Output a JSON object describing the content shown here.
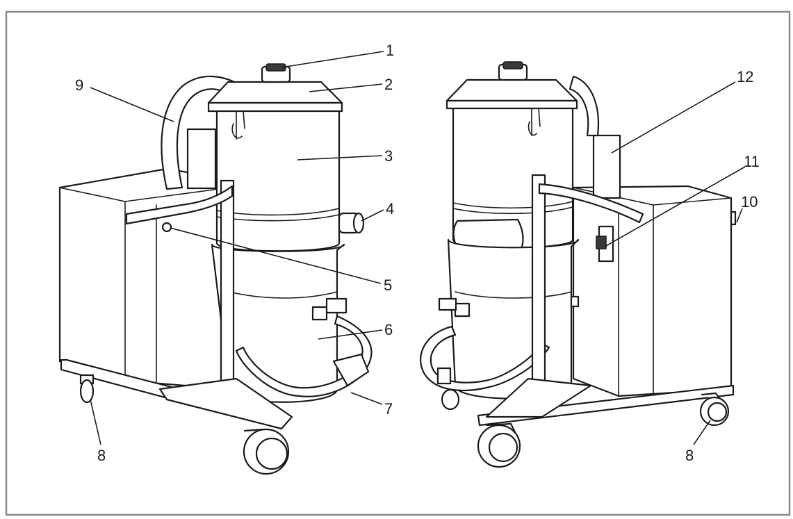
{
  "callouts": [
    {
      "id": "c1",
      "label": "1"
    },
    {
      "id": "c2",
      "label": "2"
    },
    {
      "id": "c3",
      "label": "3"
    },
    {
      "id": "c4",
      "label": "4"
    },
    {
      "id": "c5",
      "label": "5"
    },
    {
      "id": "c6",
      "label": "6"
    },
    {
      "id": "c7",
      "label": "7"
    },
    {
      "id": "c8a",
      "label": "8"
    },
    {
      "id": "c9",
      "label": "9"
    },
    {
      "id": "c10",
      "label": "10"
    },
    {
      "id": "c11",
      "label": "11"
    },
    {
      "id": "c12",
      "label": "12"
    },
    {
      "id": "c8b",
      "label": "8"
    }
  ],
  "colors": {
    "line": "#1a1a1a",
    "frame": "#8a8a8a",
    "background": "#ffffff"
  }
}
